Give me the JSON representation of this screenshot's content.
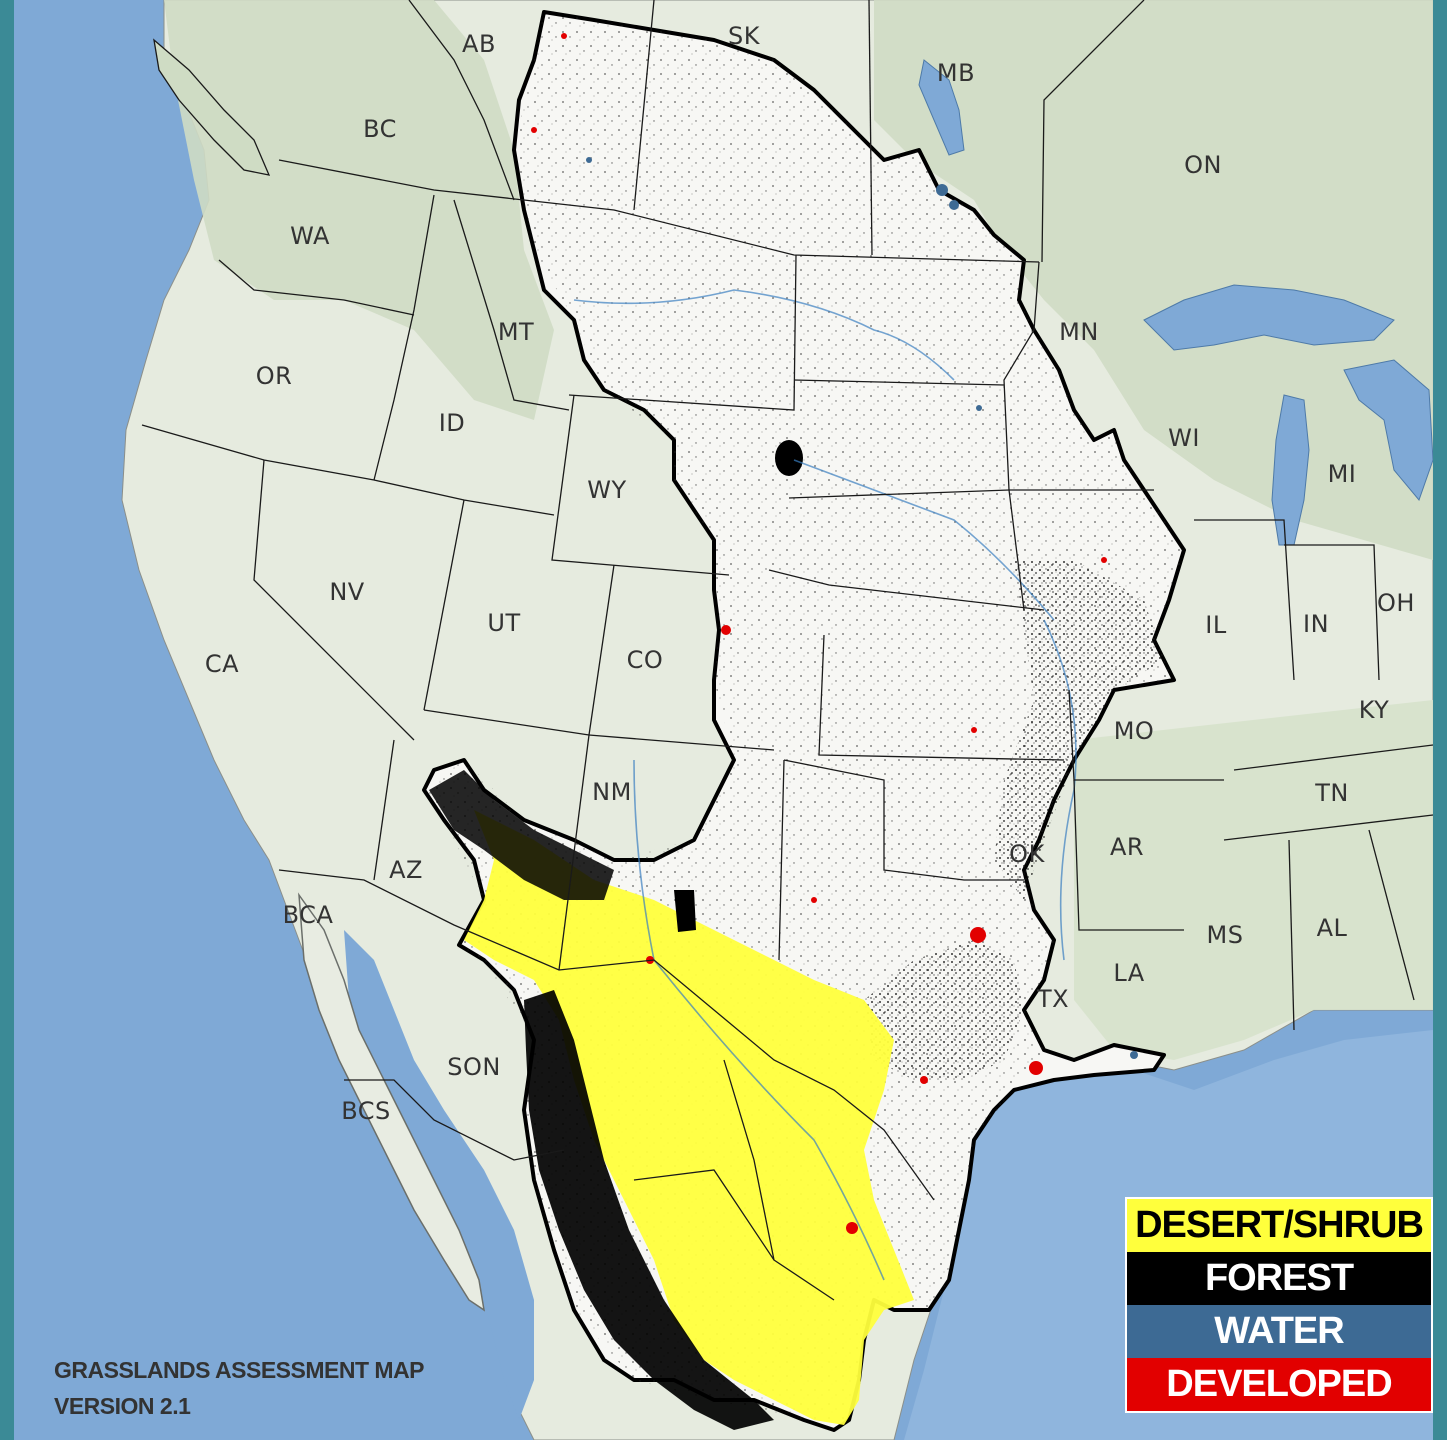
{
  "title": {
    "line1": "GRASSLANDS ASSESSMENT MAP",
    "line2": "VERSION 2.1"
  },
  "colors": {
    "ocean": "#7fa9d6",
    "land_forest": "#cfdcc4",
    "land_plain": "#efefe9",
    "desert_shrub": "#ffff3c",
    "forest": "#000000",
    "water": "#3d6a94",
    "developed": "#e20000",
    "border_frame": "#3b8a96"
  },
  "regions": {
    "canada": [
      "AB",
      "SK",
      "MB",
      "BC",
      "ON"
    ],
    "usa": [
      "WA",
      "MT",
      "OR",
      "ID",
      "MN",
      "WI",
      "MI",
      "WY",
      "NV",
      "UT",
      "CO",
      "CA",
      "IL",
      "IN",
      "OH",
      "KY",
      "MO",
      "NM",
      "TN",
      "OK",
      "AR",
      "AZ",
      "MS",
      "AL",
      "LA",
      "TX"
    ],
    "mexico": [
      "BCA",
      "SON",
      "BCS"
    ]
  },
  "legend": [
    {
      "label": "DESERT/SHRUB",
      "bg": "#ffff3c",
      "fg": "#000000"
    },
    {
      "label": "FOREST",
      "bg": "#000000",
      "fg": "#ffffff"
    },
    {
      "label": "WATER",
      "bg": "#3d6a94",
      "fg": "#ffffff"
    },
    {
      "label": "DEVELOPED",
      "bg": "#e20000",
      "fg": "#ffffff"
    }
  ]
}
